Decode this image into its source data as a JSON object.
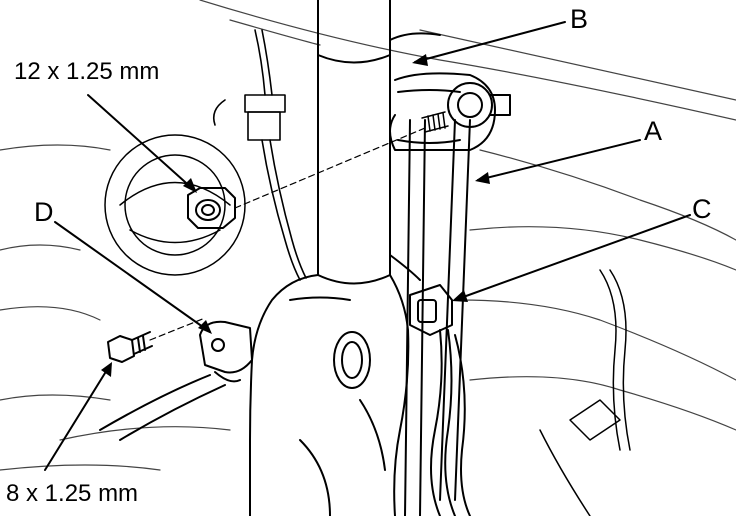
{
  "labels": {
    "A": "A",
    "B": "B",
    "C": "C",
    "D": "D"
  },
  "dimensions": {
    "top_bolt": "12 x 1.25 mm",
    "bottom_bolt": "8 x 1.25 mm"
  },
  "colors": {
    "ink": "#000000",
    "paper": "#ffffff",
    "soft": "#555555"
  }
}
